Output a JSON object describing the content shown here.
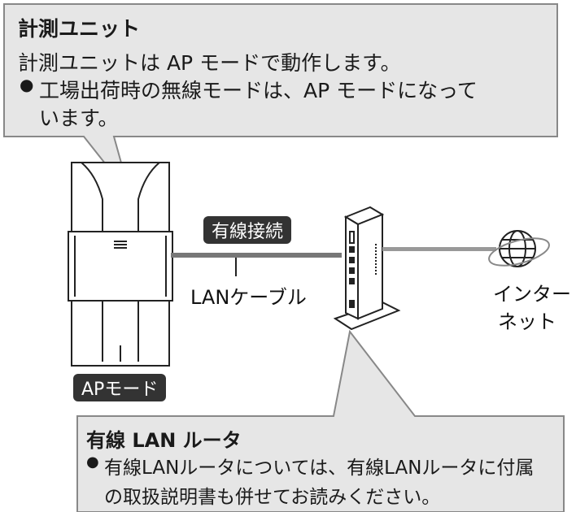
{
  "callout_top": {
    "title": "計測ユニット",
    "line1": "計測ユニットは AP モードで動作します。",
    "bullet": "●",
    "bullet_line1": "工場出荷時の無線モードは、AP モードになって",
    "bullet_line2": "います。"
  },
  "diagram": {
    "wired_tag": "有線接続",
    "cable_label": "LANケーブル",
    "mode_tag": "APモード",
    "internet_line1": "インター",
    "internet_line2": "ネット"
  },
  "callout_bottom": {
    "title": "有線 LAN ルータ",
    "bullet": "●",
    "line1": "有線LANルータについては、有線LANルータに付属",
    "line2": "の取扱説明書も併せてお読みください。"
  }
}
